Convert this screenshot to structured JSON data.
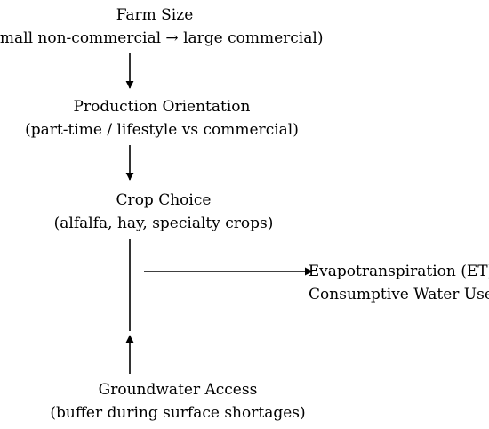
{
  "nodes": {
    "farm_size": {
      "title": "Farm Size",
      "subtitle": "(small non-commercial → large commercial)"
    },
    "production_orientation": {
      "title": "Production Orientation",
      "subtitle": "(part-time / lifestyle vs commercial)"
    },
    "crop_choice": {
      "title": "Crop Choice",
      "subtitle": "(alfalfa, hay, specialty crops)"
    },
    "evapotranspiration": {
      "title": "Evapotranspiration (ET)",
      "subtitle": "Consumptive Water Use"
    },
    "groundwater_access": {
      "title": "Groundwater Access",
      "subtitle": "(buffer during surface shortages)"
    }
  },
  "edges": [
    {
      "from": "farm_size",
      "to": "production_orientation"
    },
    {
      "from": "production_orientation",
      "to": "crop_choice"
    },
    {
      "from": "crop_choice",
      "to": "evapotranspiration"
    },
    {
      "from": "groundwater_access",
      "to": "crop_choice"
    }
  ]
}
